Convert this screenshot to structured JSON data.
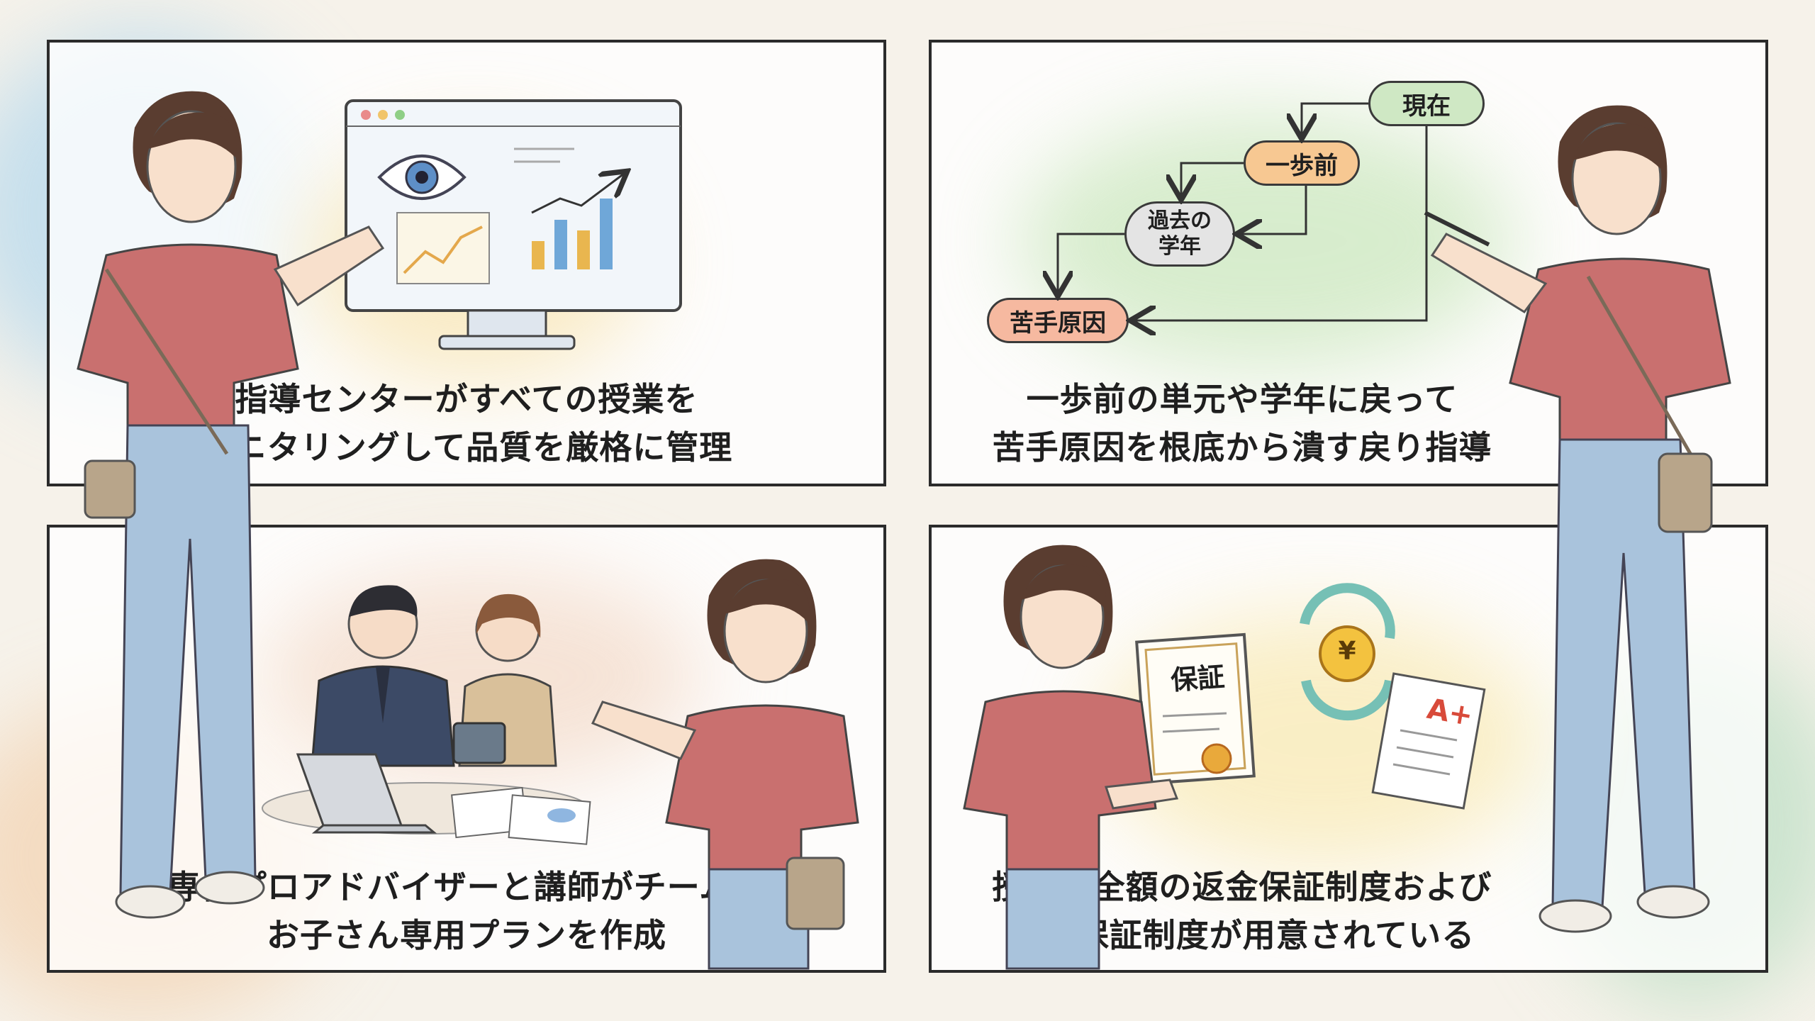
{
  "panels": [
    {
      "caption_line1": "指導センターがすべての授業を",
      "caption_line2": "モニタリングして品質を厳格に管理"
    },
    {
      "caption_line1": "一歩前の単元や学年に戻って",
      "caption_line2": "苦手原因を根底から潰す戻り指導"
    },
    {
      "caption_line1": "専任プロアドバイザーと講師がチームで",
      "caption_line2": "お子さん専用プランを作成"
    },
    {
      "caption_line1": "授業料全額の返金保証制度および",
      "caption_line2": "成績保証制度が用意されている"
    }
  ],
  "flow": {
    "current": "現在",
    "one_step_back": "一歩前",
    "past_grade_line1": "過去の",
    "past_grade_line2": "学年",
    "root_cause": "苦手原因"
  },
  "certificate": {
    "title": "保証"
  },
  "coin": {
    "symbol": "¥"
  },
  "report": {
    "grade": "A+"
  },
  "colors": {
    "current_node": "#cfe8c4",
    "one_step_node": "#f7c892",
    "past_grade_node": "#e4e4e4",
    "root_cause_node": "#f6b9a0",
    "shirt": "#c9706f",
    "jeans": "#a9c3dc"
  }
}
